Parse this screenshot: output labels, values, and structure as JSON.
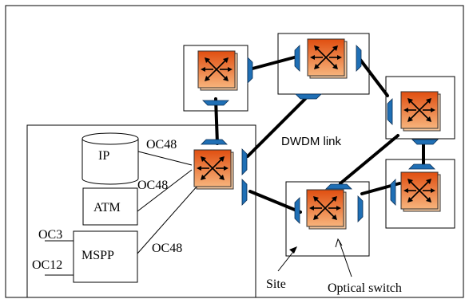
{
  "labels": {
    "ip": "IP",
    "atm": "ATM",
    "mspp": "MSPP",
    "oc48_ip": "OC48",
    "oc48_atm": "OC48",
    "oc48_mspp": "OC48",
    "oc3": "OC3",
    "oc12": "OC12",
    "dwdm_link": "DWDM link",
    "site": "Site",
    "optical_switch": "Optical switch"
  },
  "colors": {
    "switch_gradient_top": "#e35a14",
    "switch_gradient_bottom": "#f6b27a",
    "connector_fill": "#1f6fb5",
    "link_stroke": "#000000"
  },
  "icons": {
    "optical_switch": "orange-crossconnect-icon",
    "connector": "blue-trapezoid-port-icon",
    "ip_router": "cylinder-icon"
  }
}
